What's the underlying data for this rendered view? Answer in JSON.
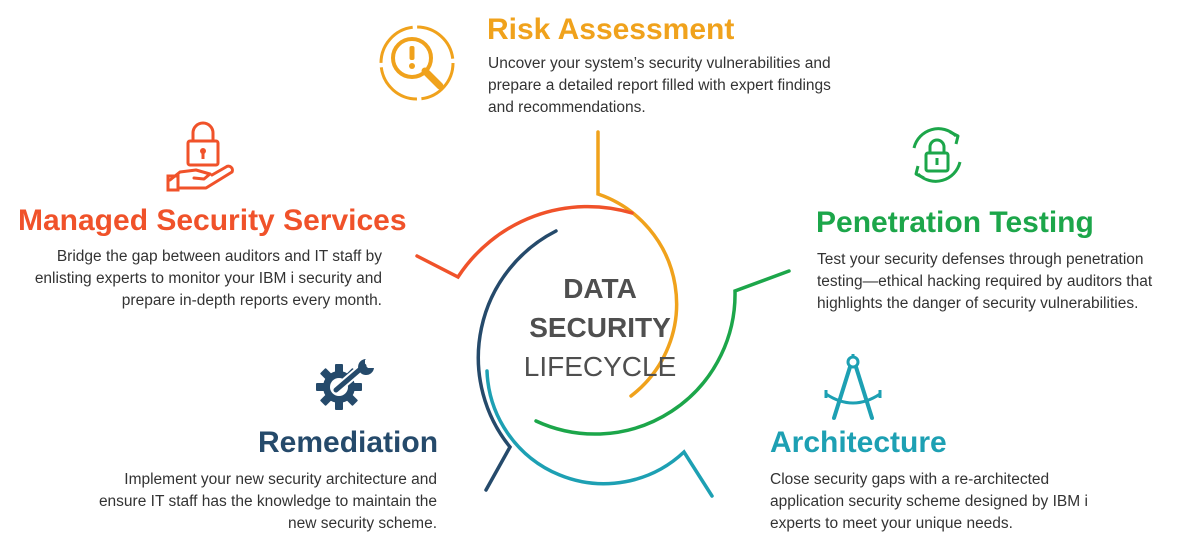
{
  "center": {
    "line1": "DATA",
    "line2": "SECURITY",
    "line3": "LIFECYCLE"
  },
  "stages": {
    "risk_assessment": {
      "title": "Risk Assessment",
      "description": "Uncover your system’s security vulnerabilities and prepare a detailed report filled with expert findings and recommendations.",
      "color": "#F0A21C",
      "icon": "magnifier-alert-icon"
    },
    "penetration_testing": {
      "title": "Penetration Testing",
      "description": "Test your security defenses through penetration testing—ethical hacking required by auditors that highlights the danger of security vulnerabilities.",
      "color": "#1CA64A",
      "icon": "lock-cycle-icon"
    },
    "architecture": {
      "title": "Architecture",
      "description": "Close security gaps with a re-architected application security scheme designed by IBM i experts to meet your unique needs.",
      "color": "#1DA0B3",
      "icon": "compass-icon"
    },
    "remediation": {
      "title": "Remediation",
      "description": "Implement your new security architecture and ensure IT staff has the knowledge to maintain the new security scheme.",
      "color": "#254A6B",
      "icon": "gear-wrench-icon"
    },
    "managed_security_services": {
      "title": "Managed Security Services",
      "description": "Bridge the gap between auditors and IT staff by enlisting experts to monitor your IBM i security and prepare in-depth reports every month.",
      "color": "#F0522A",
      "icon": "hand-lock-icon"
    }
  }
}
